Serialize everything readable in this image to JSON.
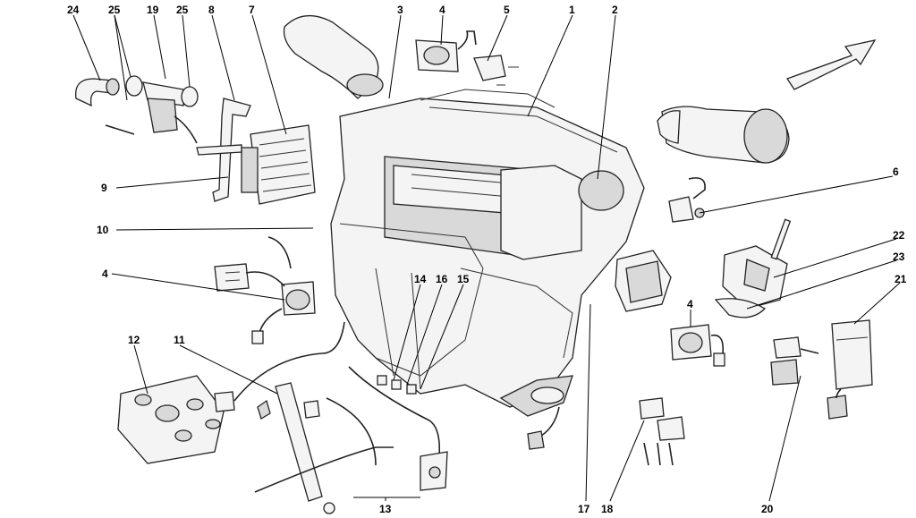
{
  "callouts": [
    "24",
    "25",
    "19",
    "25",
    "8",
    "7",
    "3",
    "4",
    "5",
    "1",
    "2",
    "6",
    "22",
    "23",
    "21",
    "9",
    "10",
    "4",
    "14",
    "16",
    "15",
    "4",
    "12",
    "11",
    "13",
    "17",
    "18",
    "20"
  ],
  "colors": {
    "line": "#000000",
    "fill": "#f4f4f4",
    "background": "#ffffff"
  }
}
